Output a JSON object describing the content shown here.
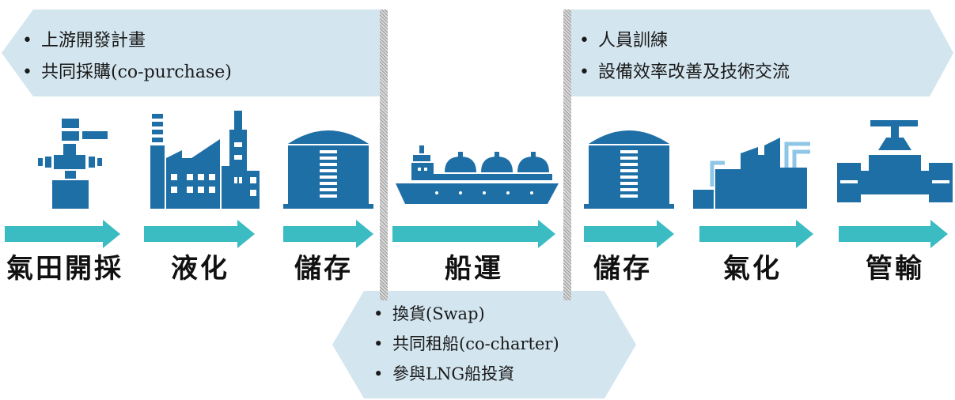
{
  "colors": {
    "callout_fill": "#d3e5ef",
    "icon_blue": "#1f6fa7",
    "arrow_teal": "#3bbcc3",
    "text": "#111111"
  },
  "callouts": {
    "upstream": [
      "上游開發計畫",
      "共同採購(co-purchase)"
    ],
    "downstream": [
      "人員訓練",
      "設備效率改善及技術交流"
    ],
    "shipping": [
      "換貨(Swap)",
      "共同租船(co-charter)",
      "參與LNG船投資"
    ]
  },
  "stages": [
    {
      "label": "氣田開採",
      "icon": "wellhead-icon"
    },
    {
      "label": "液化",
      "icon": "liquefaction-plant-icon"
    },
    {
      "label": "儲存",
      "icon": "storage-tank-icon"
    },
    {
      "label": "船運",
      "icon": "lng-ship-icon"
    },
    {
      "label": "儲存",
      "icon": "storage-tank-icon"
    },
    {
      "label": "氣化",
      "icon": "regasification-plant-icon"
    },
    {
      "label": "管輸",
      "icon": "pipeline-valve-icon"
    }
  ]
}
